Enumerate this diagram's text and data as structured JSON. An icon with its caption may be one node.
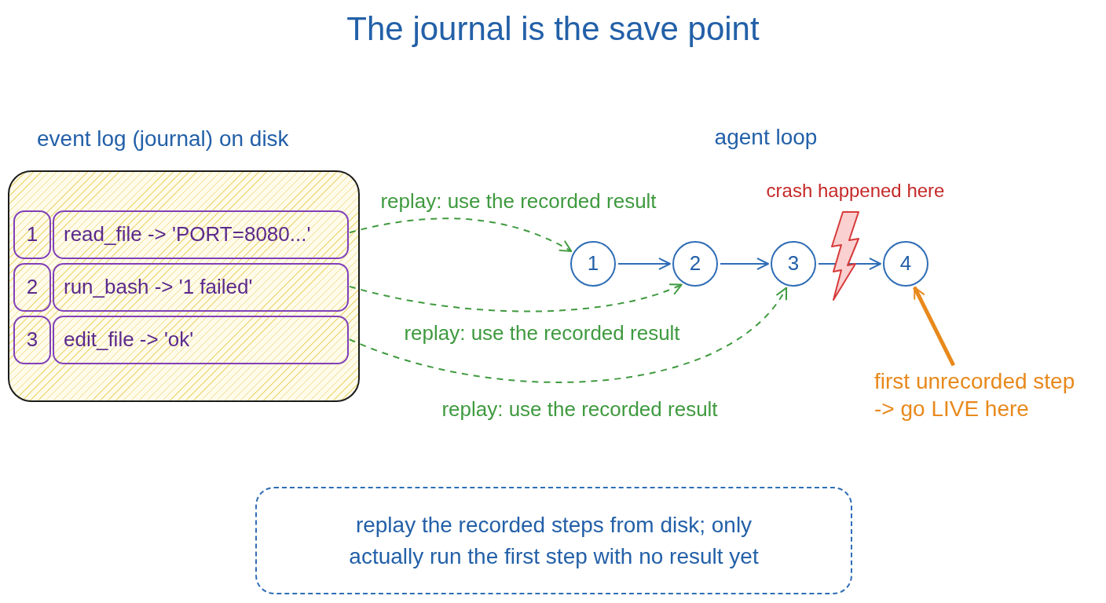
{
  "diagram": {
    "title": "The journal is the save point",
    "nodes": [
      {
        "text": [
          "event log (journal) on disk"
        ]
      },
      {
        "text": [
          "1"
        ],
        "in": 0
      },
      {
        "text": [
          "read_file -> 'PORT=8080...'"
        ],
        "in": 0
      },
      {
        "text": [
          "2"
        ],
        "in": 0
      },
      {
        "text": [
          "run_bash -> '1 failed'"
        ],
        "in": 0
      },
      {
        "text": [
          "3"
        ],
        "in": 0
      },
      {
        "text": [
          "edit_file -> 'ok'"
        ],
        "in": 0
      },
      {
        "text": [
          "1"
        ]
      },
      {
        "text": [
          "2"
        ]
      },
      {
        "text": [
          "3"
        ]
      },
      {
        "text": [
          "4"
        ]
      },
      {
        "text": [
          "first unrecorded step -> go LIVE here"
        ]
      },
      {
        "text": [
          "replay the recorded steps from disk; only actually run the first step with no result yet"
        ]
      }
    ],
    "edges": [
      {
        "from": 2,
        "to": 7,
        "arrow": "to",
        "label": "replay: use the recorded result",
        "style": "dashed",
        "color": "#3f9a3f"
      },
      {
        "from": 4,
        "to": 8,
        "arrow": "to",
        "label": "replay: use the recorded result",
        "style": "dashed",
        "color": "#3f9a3f"
      },
      {
        "from": 6,
        "to": 9,
        "arrow": "to",
        "label": "replay: use the recorded result",
        "style": "dashed",
        "color": "#3f9a3f"
      },
      {
        "from": 7,
        "to": 8,
        "arrow": "to",
        "color": "#2f6db5"
      },
      {
        "from": 8,
        "to": 9,
        "arrow": "to",
        "color": "#2f6db5"
      },
      {
        "from": 9,
        "to": 10,
        "arrow": "to",
        "color": "#2f6db5"
      },
      {
        "from": 11,
        "to": 10,
        "arrow": "to",
        "style": "thick",
        "color": "#e8891c"
      }
    ],
    "labels": [
      "agent loop",
      "crash happened here"
    ]
  }
}
